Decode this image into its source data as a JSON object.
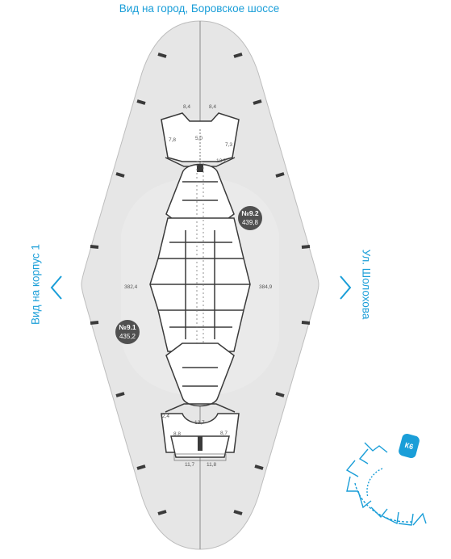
{
  "directions": {
    "top": "Вид на город, Боровское шоссе",
    "left": "Вид на корпус 1",
    "right": "Ул. Шолохова"
  },
  "units": [
    {
      "number": "№9.2",
      "area": "439,8"
    },
    {
      "number": "№9.1",
      "area": "435,2"
    }
  ],
  "room_labels": {
    "top_left_area": "8,4",
    "top_right_area": "8,4",
    "top_left_small": "7,8",
    "top_center": "5,0",
    "top_right_small": "7,3",
    "top_corridor": "13,7",
    "left_area": "382,4",
    "right_area": "384,9",
    "bottom_small": "2,4",
    "bottom_corridor": "13,7",
    "bottom_left": "8,8",
    "bottom_right": "8,7",
    "bottom_left_lower": "11,7",
    "bottom_right_lower": "11,8"
  },
  "minimap": {
    "corpus_label": "К6"
  },
  "colors": {
    "accent": "#1a9ed8",
    "floor": "#e6e6e6",
    "badge": "#505050"
  }
}
